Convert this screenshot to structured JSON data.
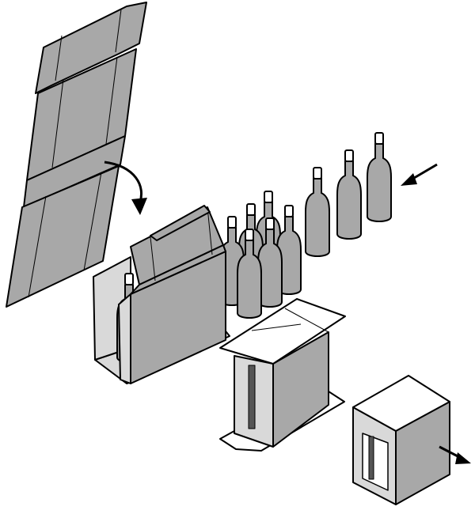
{
  "diagram": {
    "description_visible_text": "",
    "colors": {
      "panel_gray": "#a8a8a8",
      "panel_light": "#d9d9d9",
      "panel_white": "#ffffff",
      "stroke": "#000000"
    },
    "icons": [
      "flat-carton-blank",
      "folding-arrow",
      "infeed-arrow",
      "wine-bottle",
      "partially-folded-carton",
      "closed-carton",
      "outfeed-arrow"
    ],
    "bottle_count_infeed": 3,
    "bottle_count_grouped": 6
  }
}
